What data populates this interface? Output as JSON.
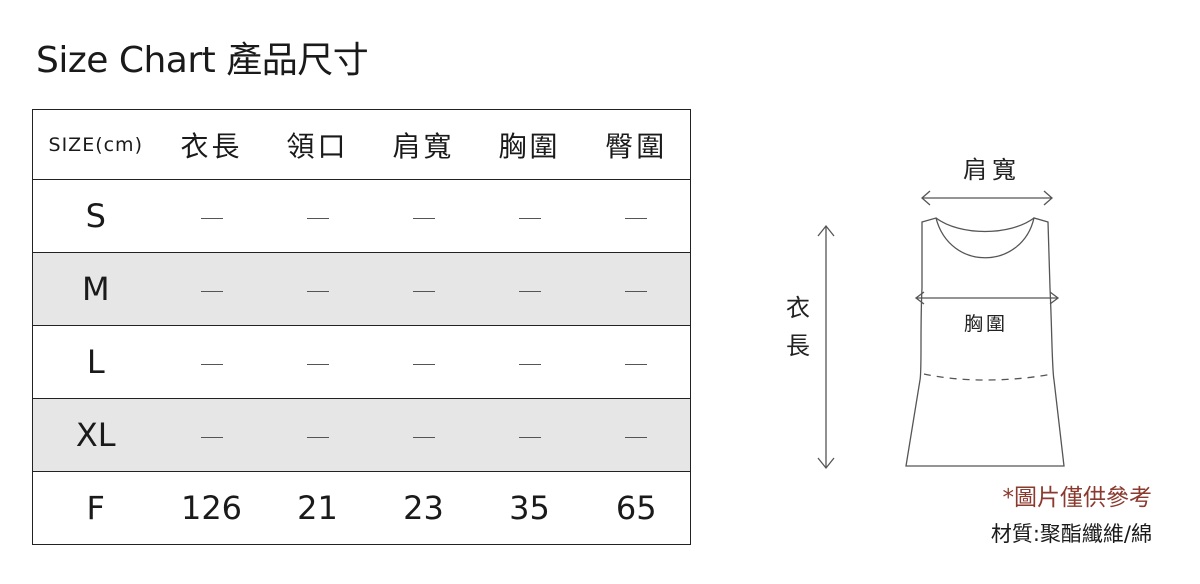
{
  "title": "Size Chart 產品尺寸",
  "table": {
    "headers": [
      "SIZE(cm)",
      "衣長",
      "領口",
      "肩寬",
      "胸圍",
      "臀圍"
    ],
    "rows": [
      {
        "size": "S",
        "values": [
          "—",
          "—",
          "—",
          "—",
          "—"
        ],
        "shaded": false
      },
      {
        "size": "M",
        "values": [
          "—",
          "—",
          "—",
          "—",
          "—"
        ],
        "shaded": true
      },
      {
        "size": "L",
        "values": [
          "—",
          "—",
          "—",
          "—",
          "—"
        ],
        "shaded": false
      },
      {
        "size": "XL",
        "values": [
          "—",
          "—",
          "—",
          "—",
          "—"
        ],
        "shaded": true
      },
      {
        "size": "F",
        "values": [
          "126",
          "21",
          "23",
          "35",
          "65"
        ],
        "shaded": false
      }
    ]
  },
  "diagram": {
    "shoulder_label": "肩寬",
    "length_label_top": "衣",
    "length_label_bottom": "長",
    "chest_label": "胸圍"
  },
  "notes": {
    "disclaimer": "*圖片僅供參考",
    "material": "材質:聚酯纖維/綿"
  },
  "colors": {
    "shade": "#e6e6e6",
    "disclaimer": "#8a3a2e",
    "line": "#222222"
  }
}
